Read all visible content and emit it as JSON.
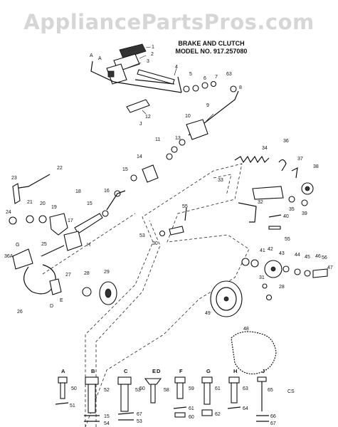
{
  "watermark": "AppliancePartsPros.com",
  "title": {
    "line1": "BRAKE AND CLUTCH",
    "line2": "MODEL NO. 917.257080"
  },
  "callouts": [
    {
      "id": "1",
      "text": "1"
    },
    {
      "id": "2",
      "text": "2"
    },
    {
      "id": "3",
      "text": "3"
    },
    {
      "id": "4",
      "text": "4"
    },
    {
      "id": "5",
      "text": "5"
    },
    {
      "id": "6",
      "text": "6"
    },
    {
      "id": "7",
      "text": "7"
    },
    {
      "id": "8",
      "text": "8"
    },
    {
      "id": "9",
      "text": "9"
    },
    {
      "id": "10",
      "text": "10"
    },
    {
      "id": "11",
      "text": "11"
    },
    {
      "id": "12",
      "text": "12"
    },
    {
      "id": "13",
      "text": "13"
    },
    {
      "id": "14",
      "text": "14"
    },
    {
      "id": "15a",
      "text": "15"
    },
    {
      "id": "15b",
      "text": "15"
    },
    {
      "id": "16",
      "text": "16"
    },
    {
      "id": "17",
      "text": "17"
    },
    {
      "id": "18",
      "text": "18"
    },
    {
      "id": "19",
      "text": "19"
    },
    {
      "id": "20",
      "text": "20"
    },
    {
      "id": "21",
      "text": "21"
    },
    {
      "id": "22",
      "text": "22"
    },
    {
      "id": "23",
      "text": "23"
    },
    {
      "id": "24",
      "text": "24"
    },
    {
      "id": "25",
      "text": "25"
    },
    {
      "id": "26",
      "text": "26"
    },
    {
      "id": "27",
      "text": "27"
    },
    {
      "id": "28a",
      "text": "28"
    },
    {
      "id": "28b",
      "text": "28"
    },
    {
      "id": "29",
      "text": "29"
    },
    {
      "id": "30",
      "text": "30"
    },
    {
      "id": "31",
      "text": "31"
    },
    {
      "id": "32",
      "text": "32"
    },
    {
      "id": "33",
      "text": "33"
    },
    {
      "id": "34",
      "text": "34"
    },
    {
      "id": "35",
      "text": "35"
    },
    {
      "id": "36",
      "text": "36"
    },
    {
      "id": "36a",
      "text": "36A"
    },
    {
      "id": "37",
      "text": "37"
    },
    {
      "id": "38",
      "text": "38"
    },
    {
      "id": "39",
      "text": "39"
    },
    {
      "id": "40",
      "text": "40"
    },
    {
      "id": "41",
      "text": "41"
    },
    {
      "id": "42",
      "text": "42"
    },
    {
      "id": "43",
      "text": "43"
    },
    {
      "id": "44",
      "text": "44"
    },
    {
      "id": "45",
      "text": "45"
    },
    {
      "id": "46",
      "text": "46"
    },
    {
      "id": "47",
      "text": "47"
    },
    {
      "id": "48",
      "text": "48"
    },
    {
      "id": "49",
      "text": "49"
    },
    {
      "id": "53",
      "text": "53"
    },
    {
      "id": "55a",
      "text": "55"
    },
    {
      "id": "55b",
      "text": "55"
    },
    {
      "id": "56",
      "text": "56"
    },
    {
      "id": "63top",
      "text": "63"
    },
    {
      "id": "A1",
      "text": "A"
    },
    {
      "id": "A2",
      "text": "A"
    },
    {
      "id": "G",
      "text": "G"
    },
    {
      "id": "H",
      "text": "H"
    },
    {
      "id": "J",
      "text": "J"
    },
    {
      "id": "D",
      "text": "D"
    },
    {
      "id": "E",
      "text": "E"
    }
  ],
  "hardware": {
    "letters": [
      "A",
      "B",
      "C",
      "D",
      "E",
      "F",
      "G",
      "H",
      "J"
    ],
    "numbers": {
      "a": [
        "50",
        "51"
      ],
      "b": [
        "52",
        "15",
        "54"
      ],
      "c": [
        "53"
      ],
      "d": [
        "67",
        "53"
      ],
      "e": [
        "50",
        "58"
      ],
      "f": [
        "59",
        "61",
        "60"
      ],
      "g": [
        "61",
        "62"
      ],
      "h": [
        "63",
        "64"
      ],
      "j": [
        "65",
        "66",
        "67"
      ]
    },
    "initials": "CS"
  }
}
